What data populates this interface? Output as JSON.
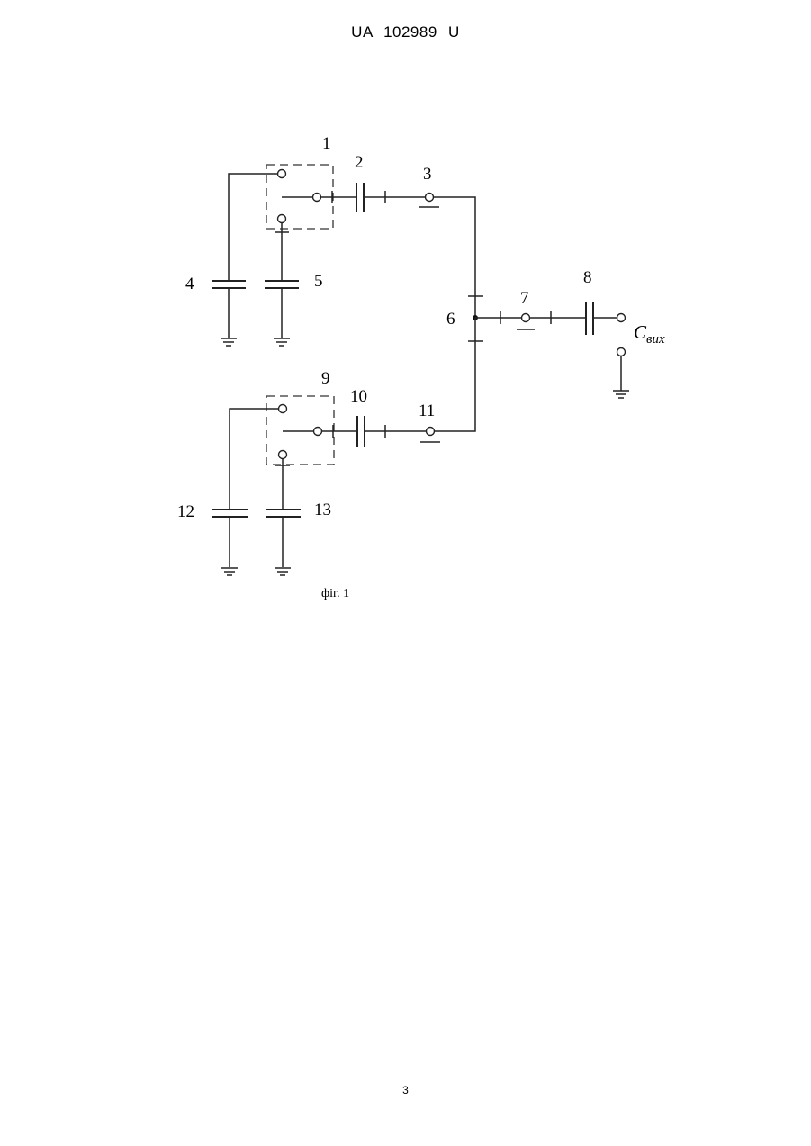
{
  "document": {
    "header": "UA 102989 U",
    "page_number": "3",
    "figure_caption": "фіг. 1"
  },
  "diagram": {
    "labels": {
      "l1": "1",
      "l2": "2",
      "l3": "3",
      "l4": "4",
      "l5": "5",
      "l6": "6",
      "l7": "7",
      "l8": "8",
      "l9": "9",
      "l10": "10",
      "l11": "11",
      "l12": "12",
      "l13": "13",
      "output_symbol": "C",
      "output_subscript": "вих"
    }
  }
}
